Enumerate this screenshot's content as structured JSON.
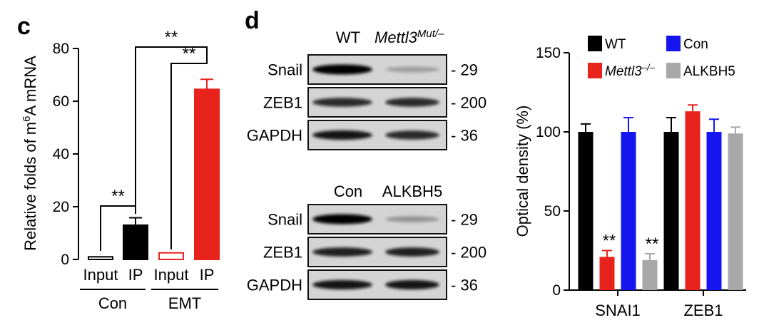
{
  "panels": {
    "c": "c",
    "d": "d"
  },
  "chart_data": [
    {
      "type": "bar",
      "ylabel_prefix": "Relative folds of m",
      "ylabel_sup": "6",
      "ylabel_suffix": "A mRNA",
      "ylim": [
        0,
        80
      ],
      "yticks": [
        0,
        20,
        40,
        60,
        80
      ],
      "categories": [
        "Input",
        "IP",
        "Input",
        "IP"
      ],
      "groups": [
        {
          "label": "Con",
          "categories": [
            0,
            1
          ]
        },
        {
          "label": "EMT",
          "categories": [
            2,
            3
          ]
        }
      ],
      "values": [
        1,
        13,
        2.5,
        64.5
      ],
      "errors": [
        0,
        2.8,
        0,
        3.8
      ],
      "fill": [
        "#ffffff",
        "#000000",
        "#ffffff",
        "#e8231c"
      ],
      "stroke": [
        "#000000",
        "#000000",
        "#e8231c",
        "#e8231c"
      ],
      "significance": [
        {
          "from": 0,
          "to": 1,
          "text": "**"
        },
        {
          "from": 2,
          "to": 3,
          "text": "**"
        },
        {
          "from": 1,
          "to": 3,
          "text": "**"
        }
      ]
    },
    {
      "type": "bar",
      "ylabel": "Optical density (%)",
      "ylim": [
        0,
        150
      ],
      "yticks": [
        0,
        50,
        100,
        150
      ],
      "categories": [
        "SNAI1",
        "ZEB1"
      ],
      "series": [
        {
          "name": "WT",
          "color": "#000000",
          "values": [
            100,
            100
          ],
          "errors": [
            5,
            9
          ]
        },
        {
          "name": "Mettl3",
          "name_sup": "–/–",
          "italic": true,
          "color": "#e8231c",
          "values": [
            21,
            113
          ],
          "errors": [
            4,
            4
          ]
        },
        {
          "name": "Con",
          "color": "#1515f0",
          "values": [
            100,
            100
          ],
          "errors": [
            9,
            8
          ]
        },
        {
          "name": "ALKBH5",
          "color": "#a8a8a8",
          "values": [
            19,
            99
          ],
          "errors": [
            4,
            4
          ]
        }
      ],
      "significance_labels": [
        {
          "series": 1,
          "category": 0,
          "text": "**"
        },
        {
          "series": 3,
          "category": 0,
          "text": "**"
        }
      ]
    }
  ],
  "western": {
    "top": {
      "col1": "WT",
      "col2": "Mettl3",
      "col2_sup": "Mut/–",
      "rows": [
        {
          "label": "Snail",
          "mw": "- 29",
          "band1": 1.0,
          "band2": 0.25
        },
        {
          "label": "ZEB1",
          "mw": "- 200",
          "band1": 0.8,
          "band2": 0.8
        },
        {
          "label": "GAPDH",
          "mw": "- 36",
          "band1": 0.9,
          "band2": 0.8
        }
      ]
    },
    "bottom": {
      "col1": "Con",
      "col2": "ALKBH5",
      "rows": [
        {
          "label": "Snail",
          "mw": "- 29",
          "band1": 1.0,
          "band2": 0.3
        },
        {
          "label": "ZEB1",
          "mw": "- 200",
          "band1": 0.85,
          "band2": 0.85
        },
        {
          "label": "GAPDH",
          "mw": "- 36",
          "band1": 0.9,
          "band2": 0.9
        }
      ]
    }
  }
}
